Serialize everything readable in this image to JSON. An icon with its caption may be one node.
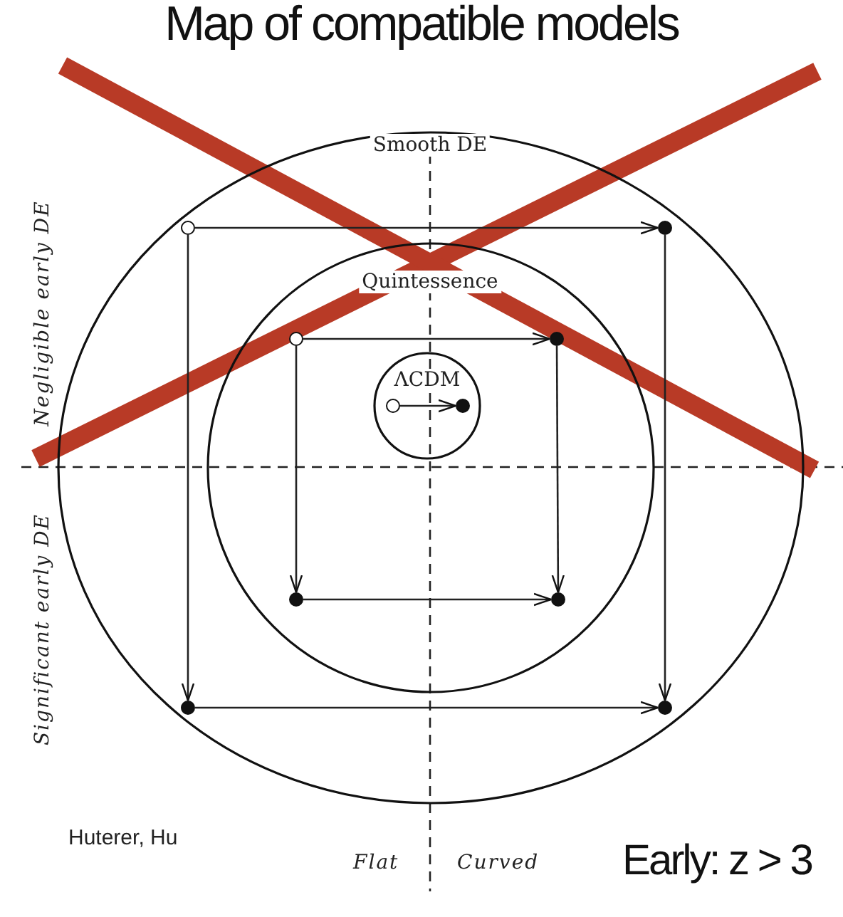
{
  "diagram": {
    "title": "Map of compatible models",
    "nodes": [
      {
        "text": [
          "Smooth DE"
        ]
      },
      {
        "text": [
          "Quintessence"
        ],
        "in": 0
      },
      {
        "text": [
          "ΛCDM"
        ],
        "in": 1
      },
      {
        "text": [],
        "shape": "circle",
        "in": 0
      },
      {
        "text": [],
        "shape": "circle",
        "in": 0
      },
      {
        "text": [],
        "shape": "circle",
        "in": 0
      },
      {
        "text": [],
        "shape": "circle",
        "in": 0
      },
      {
        "text": [],
        "shape": "circle",
        "in": 1
      },
      {
        "text": [],
        "shape": "circle",
        "in": 1
      },
      {
        "text": [],
        "shape": "circle",
        "in": 1
      },
      {
        "text": [],
        "shape": "circle",
        "in": 1
      },
      {
        "text": [],
        "shape": "circle",
        "in": 2
      },
      {
        "text": [],
        "shape": "circle",
        "in": 2
      }
    ],
    "edges": [
      {
        "from": 3,
        "to": 4,
        "arrow": "to"
      },
      {
        "from": 3,
        "to": 5,
        "arrow": "to"
      },
      {
        "from": 4,
        "to": 6,
        "arrow": "to"
      },
      {
        "from": 5,
        "to": 6,
        "arrow": "to"
      },
      {
        "from": 7,
        "to": 8,
        "arrow": "to"
      },
      {
        "from": 7,
        "to": 9,
        "arrow": "to"
      },
      {
        "from": 8,
        "to": 10,
        "arrow": "to"
      },
      {
        "from": 9,
        "to": 10,
        "arrow": "to"
      },
      {
        "from": 11,
        "to": 12,
        "arrow": "to"
      }
    ],
    "labels": [
      "Negligible early DE",
      "Significant early DE",
      "Huterer, Hu",
      "Flat",
      "Curved",
      "Early: z > 3"
    ]
  }
}
